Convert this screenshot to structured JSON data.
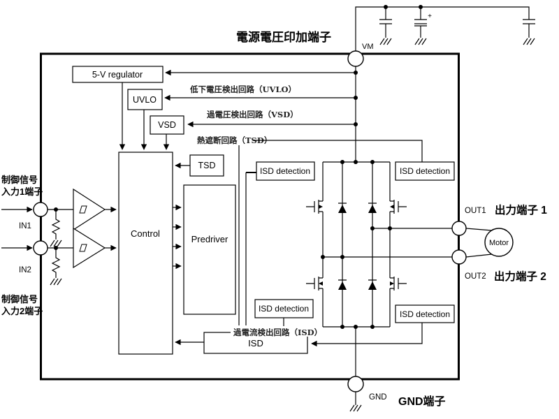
{
  "title": "電源電圧印加端子",
  "terminals": {
    "vm": "VM",
    "gnd": "GND",
    "in1": "IN1",
    "in2": "IN2",
    "out1": "OUT1",
    "out2": "OUT2"
  },
  "blocks": {
    "regulator": "5-V regulator",
    "uvlo": "UVLO",
    "vsd": "VSD",
    "tsd": "TSD",
    "control": "Control",
    "predriver": "Predriver",
    "isd": "ISD",
    "isd_detection": "ISD detection",
    "motor": "Motor"
  },
  "signal_labels": {
    "uvlo": "低下電圧検出回路（UVLO）",
    "vsd": "過電圧検出回路（VSD）",
    "tsd": "熱遮断回路（TSD）",
    "isd": "過電流検出回路（ISD）"
  },
  "side_labels": {
    "in1_line1": "制御信号",
    "in1_line2": "入力1端子",
    "in2_line1": "制御信号",
    "in2_line2": "入力2端子",
    "out1": "出力端子 1",
    "out2": "出力端子 2",
    "gnd": "GND端子"
  },
  "cap_plus": "+",
  "colors": {
    "line": "#000000",
    "background": "#ffffff"
  }
}
